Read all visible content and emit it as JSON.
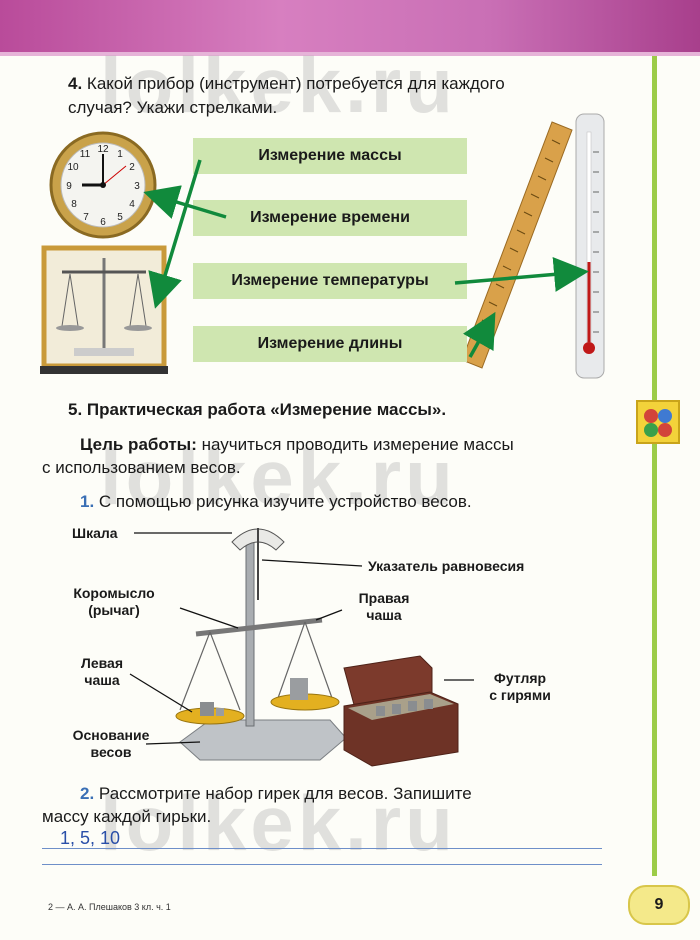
{
  "watermark": "lolkek.ru",
  "task4": {
    "number": "4.",
    "line1": "Какой прибор (инструмент) потребуется для каждого",
    "line2": "случая? Укажи стрелками.",
    "boxes": [
      "Измерение массы",
      "Измерение времени",
      "Измерение температуры",
      "Измерение длины"
    ]
  },
  "task5": {
    "number": "5.",
    "title": "Практическая работа «Измерение массы».",
    "goal_label": "Цель работы:",
    "goal_line1": "научиться проводить измерение массы",
    "goal_line2": "с использованием весов.",
    "step1_num": "1.",
    "step1": "С помощью рисунка изучите устройство весов.",
    "labels": {
      "scale": "Шкала",
      "pointer": "Указатель равновесия",
      "beam_1": "Коромысло",
      "beam_2": "(рычаг)",
      "right_1": "Правая",
      "right_2": "чаша",
      "left_1": "Левая",
      "left_2": "чаша",
      "base_1": "Основание",
      "base_2": "весов",
      "case_1": "Футляр",
      "case_2": "с гирями"
    },
    "step2_num": "2.",
    "step2_line1": "Рассмотрите набор гирек для весов. Запишите",
    "step2_line2": "массу каждой гирьки.",
    "answer": "1, 5, 10"
  },
  "page_number": "9",
  "footer": "2 — А. А. Плешаков 3 кл. ч. 1",
  "colors": {
    "accent_green": "#9ccc48",
    "arrow_green": "#118a3c",
    "box_green": "#cfe6b0",
    "blue": "#3a6fb5",
    "handwriting": "#2a4fa8"
  }
}
